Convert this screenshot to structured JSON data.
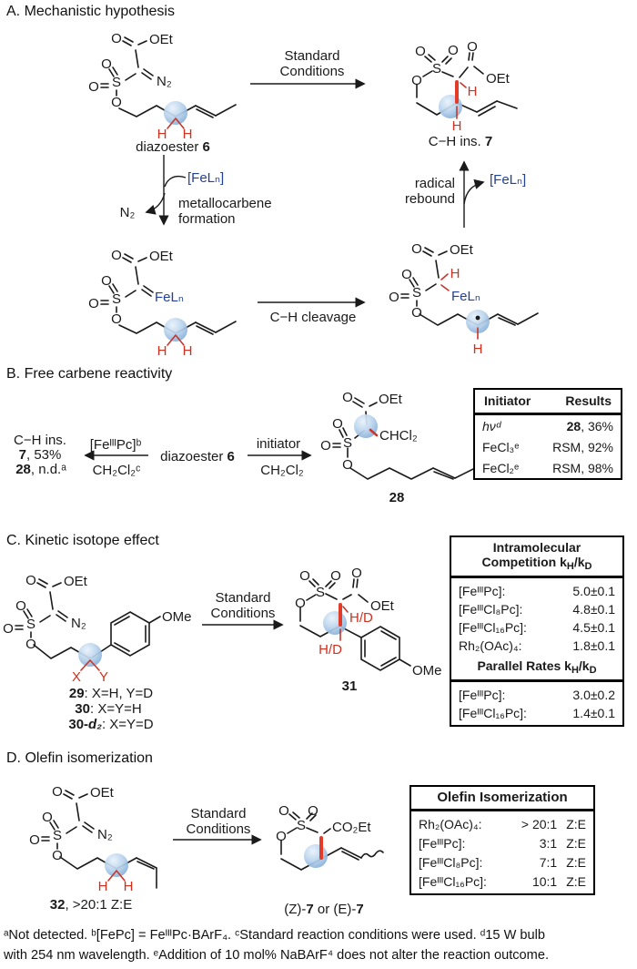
{
  "colors": {
    "accent_blue": "#23409a",
    "highlight_red": "#d0311f",
    "red_bond": "#e23b28",
    "sphere_blue": "#b7d2ec"
  },
  "atoms": {
    "O": "O",
    "OEt": "OEt",
    "S": "S",
    "N2": "N₂",
    "H": "H",
    "FeLn": "FeLₙ",
    "FeLn_brackets": "[FeLₙ]",
    "CHCl2": "CHCl₂",
    "OMe": "OMe",
    "X": "X",
    "Y": "Y",
    "HD": "H/D",
    "CO2Et": "CO₂Et"
  },
  "panelA": {
    "title": "A. Mechanistic hypothesis",
    "std1": "Standard",
    "std2": "Conditions",
    "s6_cap": "diazoester ",
    "s6_num": "6",
    "p7_cap": "C−H ins. ",
    "p7_num": "7",
    "feln": "[FeLₙ]",
    "n2_leaving": "N₂",
    "mc1": "metallocarbene",
    "mc2": "formation",
    "rr1": "radical",
    "rr2": "rebound",
    "cleavage": "C−H cleavage"
  },
  "panelB": {
    "title": "B. Free carbene reactivity",
    "chins": "C−H ins.",
    "p7_num": "7",
    "p7_rest": ", 53%",
    "p28_num": "28",
    "p28_rest": ", n.d.ᵃ",
    "cat": "[FeᴵᴵᴵPc]ᵇ",
    "solv1": "CH₂Cl₂ᶜ",
    "diazo_cap": "diazoester ",
    "diazo_num": "6",
    "init": "initiator",
    "solv2": "CH₂Cl₂",
    "s28_num": "28",
    "table": {
      "h1": "Initiator",
      "h2": "Results",
      "rows": [
        {
          "cat": "hνᵈ",
          "res_b": "28",
          "res": ", 36%"
        },
        {
          "cat": "FeCl₃ᵉ",
          "res_b": "",
          "res": "RSM, 92%"
        },
        {
          "cat": "FeCl₂ᵉ",
          "res_b": "",
          "res": "RSM, 98%"
        }
      ]
    }
  },
  "panelC": {
    "title": "C. Kinetic isotope effect",
    "std1": "Standard",
    "std2": "Conditions",
    "l29_b": "29",
    "l29": ": X=H, Y=D",
    "l30_b": "30",
    "l30": ": X=Y=H",
    "l30d_b1": "30-",
    "l30d_b2": "d₂",
    "l30d": ": X=Y=D",
    "p31_num": "31",
    "table": {
      "h1": "Intramolecular",
      "h2_pre": "Competition k",
      "sub_h": "H",
      "h2_mid": "/k",
      "sub_d": "D",
      "h3_pre": "Parallel Rates k",
      "rows": [
        {
          "cat": "[FeᴵᴵᴵPc]:",
          "val": "5.0±0.1"
        },
        {
          "cat": "[FeᴵᴵᴵCl₈Pc]:",
          "val": "4.8±0.1"
        },
        {
          "cat": "[FeᴵᴵᴵCl₁₆Pc]:",
          "val": "4.5±0.1"
        },
        {
          "cat": "Rh₂(OAc)₄:",
          "val": "1.8±0.1"
        }
      ],
      "rows2": [
        {
          "cat": "[FeᴵᴵᴵPc]:",
          "val": "3.0±0.2"
        },
        {
          "cat": "[FeᴵᴵᴵCl₁₆Pc]:",
          "val": "1.4±0.1"
        }
      ]
    }
  },
  "panelD": {
    "title": "D. Olefin isomerization",
    "std1": "Standard",
    "std2": "Conditions",
    "s32_num": "32",
    "s32_rest": ", >20:1 Z:E",
    "pz": "(Z)-",
    "pz_num": "7",
    "por": " or (E)-",
    "pe_num": "7",
    "table": {
      "title": "Olefin Isomerization",
      "rows": [
        {
          "cat": "Rh₂(OAc)₄:",
          "ratio": "> 20:1",
          "ze": "Z:E"
        },
        {
          "cat": "[FeᴵᴵᴵPc]:",
          "ratio": "3:1",
          "ze": "Z:E"
        },
        {
          "cat": "[FeᴵᴵᴵCl₈Pc]:",
          "ratio": "7:1",
          "ze": "Z:E"
        },
        {
          "cat": "[FeᴵᴵᴵCl₁₆Pc]:",
          "ratio": "10:1",
          "ze": "Z:E"
        }
      ]
    }
  },
  "footnotes": {
    "line1": "ᵃNot detected. ᵇ[FePc] = FeᴵᴵᴵPc·BArF₄. ᶜStandard reaction conditions were used. ᵈ15 W bulb",
    "line2": "with 254 nm wavelength. ᵉAddition of 10 mol% NaBArF⁴ does not alter the reaction outcome."
  }
}
